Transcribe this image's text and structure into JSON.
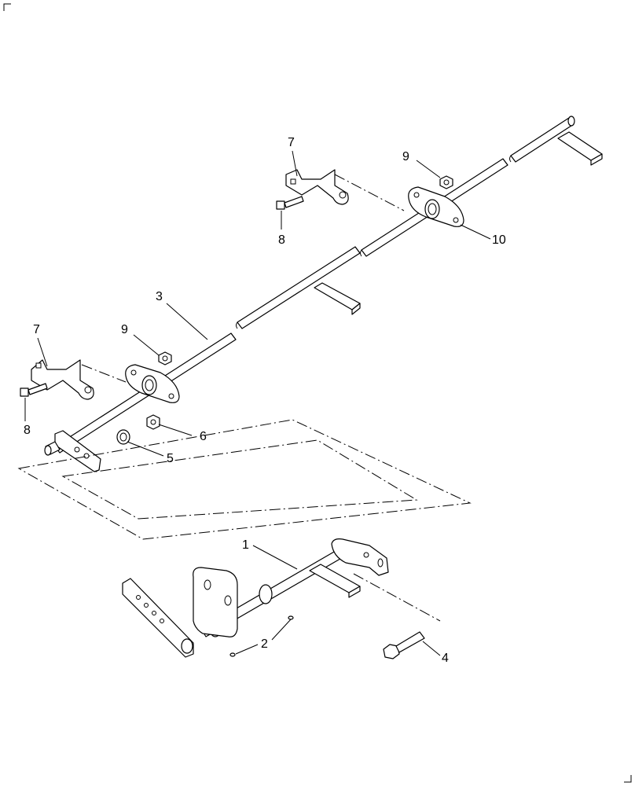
{
  "callouts": {
    "c1": "1",
    "c2": "2",
    "c3": "3",
    "c4": "4",
    "c5": "5",
    "c6": "6",
    "c7a": "7",
    "c7b": "7",
    "c8a": "8",
    "c8b": "8",
    "c9a": "9",
    "c9b": "9",
    "c10": "10"
  }
}
